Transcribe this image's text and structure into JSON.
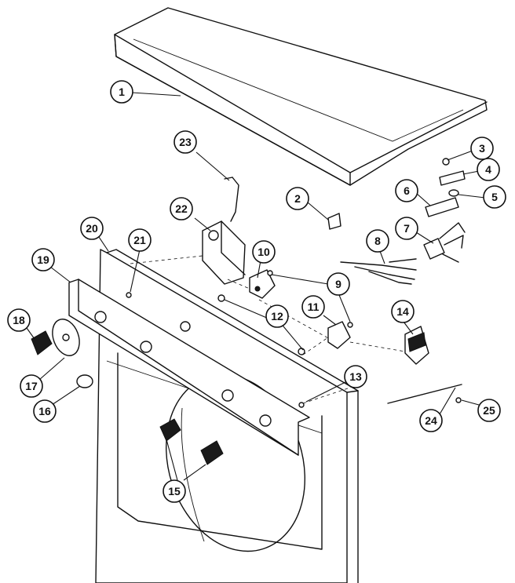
{
  "diagram": {
    "callouts": [
      "1",
      "2",
      "3",
      "4",
      "5",
      "6",
      "7",
      "8",
      "9",
      "10",
      "11",
      "12",
      "13",
      "14",
      "15",
      "16",
      "17",
      "18",
      "19",
      "20",
      "21",
      "22",
      "23",
      "24",
      "25"
    ]
  }
}
